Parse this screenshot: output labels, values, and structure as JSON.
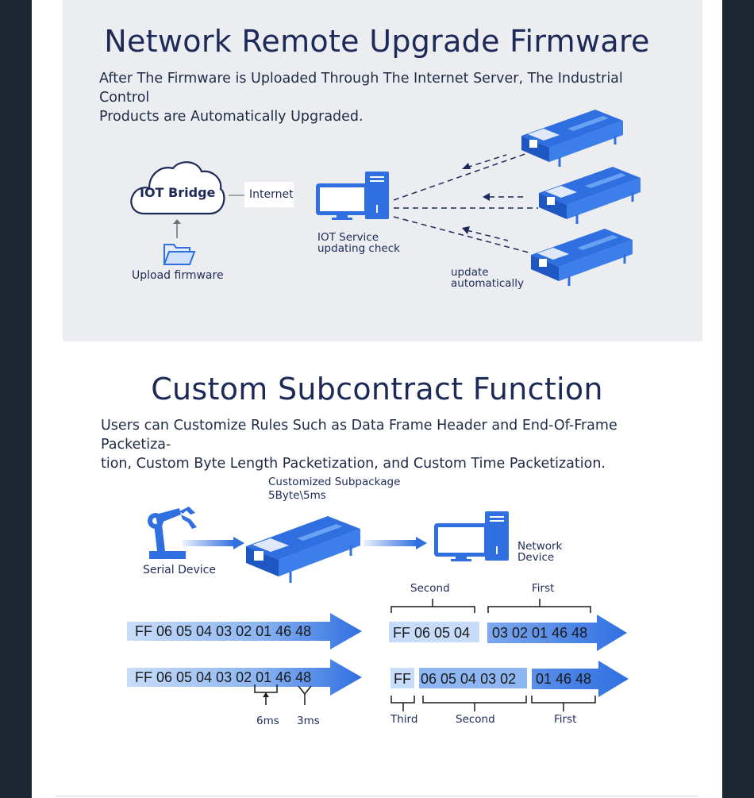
{
  "section1": {
    "title": "Network Remote Upgrade Firmware",
    "desc_line1": "After The Firmware is Uploaded Through The Internet Server, The Industrial Control",
    "desc_line2": "Products are Automatically Upgraded.",
    "cloud_label": "IOT Bridge",
    "internet_label": "Internet",
    "upload_label": "Upload firmware",
    "service_line1": "IOT Service",
    "service_line2": "updating check",
    "update_line1": "update",
    "update_line2": "automatically"
  },
  "section2": {
    "title": "Custom Subcontract Function",
    "desc_line1": "Users can Customize Rules Such as Data Frame Header and End-Of-Frame Packetiza-",
    "desc_line2": "tion, Custom Byte Length Packetization, and Custom Time Packetization.",
    "subpkg_line1": "Customized Subpackage",
    "subpkg_line2": "5Byte\\5ms",
    "serial_label": "Serial Device",
    "network_line1": "Network",
    "network_line2": "Device",
    "row1_bytes": "FF 06 05 04 03 02 01 46 48",
    "row2_bytes": "FF 06 05 04 03 02 01 46 48",
    "row1_second_label": "Second",
    "row1_first_label": "First",
    "row1_second_bytes": "FF 06 05 04",
    "row1_first_bytes": "03 02 01 46 48",
    "row2_third_bytes": "FF",
    "row2_second_bytes": "06 05 04 03 02",
    "row2_first_bytes": "01 46 48",
    "row2_third_label": "Third",
    "row2_second_label": "Second",
    "row2_first_label": "First",
    "gap1_label": "6ms",
    "gap2_label": "3ms"
  },
  "colors": {
    "title": "#1d2a57",
    "blue": "#2f6fe0",
    "light_blue": "#c6dcf8",
    "panel": "#ebedf0"
  }
}
